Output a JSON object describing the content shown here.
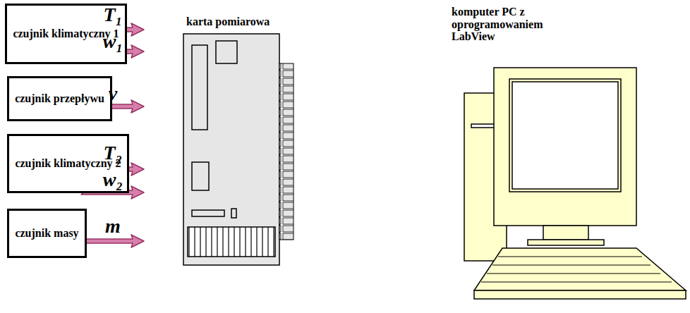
{
  "diagram": {
    "nodes": [
      {
        "text": [
          "czujnik klimatyczny 1"
        ]
      },
      {
        "text": [
          "czujnik przepływu"
        ]
      },
      {
        "text": [
          "czujnik klimatyczny 2"
        ]
      },
      {
        "text": [
          "czujnik masy"
        ]
      }
    ],
    "labels": [
      "T₁",
      "w₁",
      "v",
      "T₂",
      "w₂",
      "m",
      "karta pomiarowa",
      "komputer PC z oprogramowaniem LabView"
    ]
  }
}
